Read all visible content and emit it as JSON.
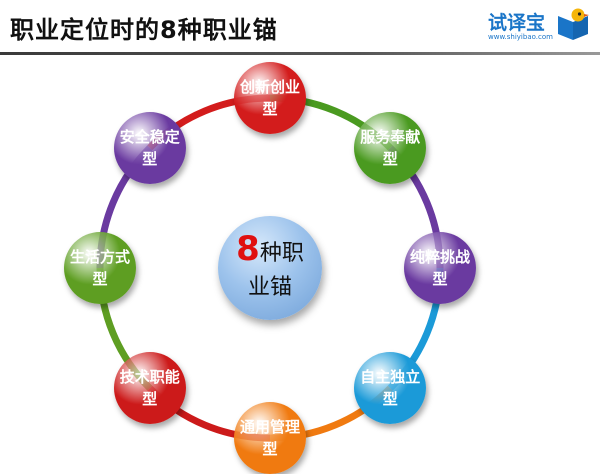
{
  "header": {
    "title": "职业定位时的8种职业锚",
    "brand_name": "试译宝",
    "brand_url": "www.shiyibao.com"
  },
  "diagram": {
    "center": {
      "number": "8",
      "text": "种职业锚"
    },
    "nodes": [
      {
        "label": "创新创业型",
        "color": "#d31c1c"
      },
      {
        "label": "服务奉献型",
        "color": "#4a9a20"
      },
      {
        "label": "纯粹挑战型",
        "color": "#6a3aa0"
      },
      {
        "label": "自主独立型",
        "color": "#1b9ad8"
      },
      {
        "label": "通用管理型",
        "color": "#f07a10"
      },
      {
        "label": "技术职能型",
        "color": "#cc1a1a"
      },
      {
        "label": "生活方式型",
        "color": "#5e9e22"
      },
      {
        "label": "安全稳定型",
        "color": "#6a3aa0"
      }
    ]
  }
}
